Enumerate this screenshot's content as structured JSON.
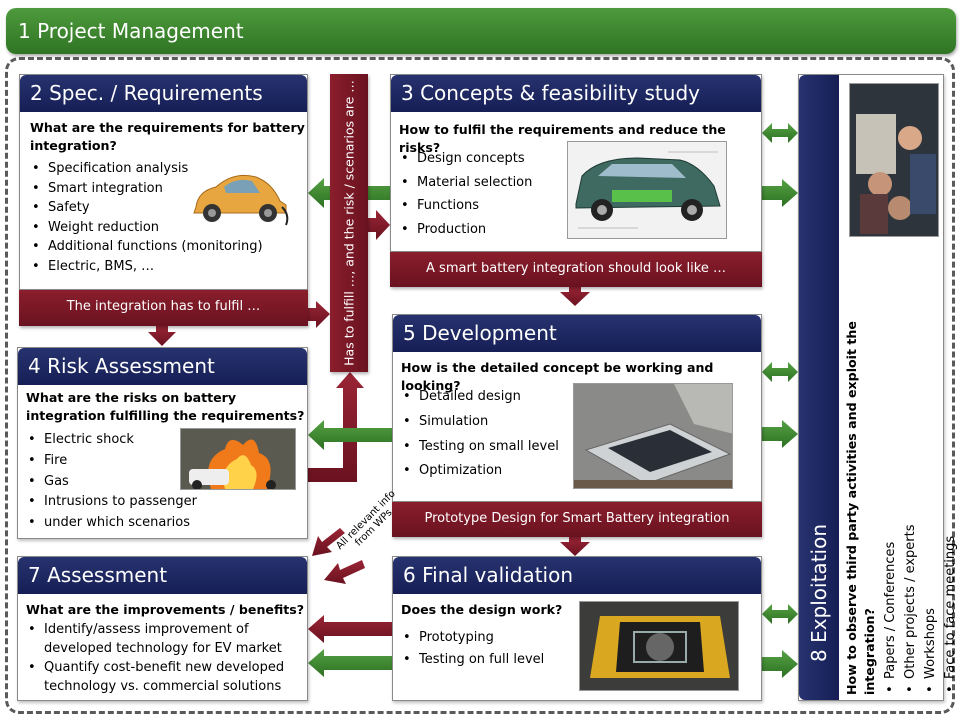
{
  "project_management": {
    "title": "1 Project Management"
  },
  "spec": {
    "title": "2 Spec. / Requirements",
    "question": "What are the requirements for battery integration?",
    "items": [
      "Specification analysis",
      "Smart integration",
      "Safety",
      "Weight reduction",
      "Additional functions (monitoring)",
      "Electric, BMS, …"
    ],
    "bar": "The integration has to fulfil …"
  },
  "vertical_bar": {
    "text": "Has to fulfill …, and the risk / scenarios are …"
  },
  "concepts": {
    "title": "3 Concepts & feasibility study",
    "question": "How to fulfil the requirements and reduce the risks?",
    "items": [
      "Design concepts",
      "Material selection",
      "Functions",
      "Production"
    ],
    "bar": "A smart battery integration should look like …"
  },
  "risk": {
    "title": "4 Risk Assessment",
    "question": "What are the risks on battery integration fulfilling the requirements?",
    "items": [
      "Electric shock",
      "Fire",
      "Gas",
      "Intrusions to passenger",
      "under which scenarios"
    ]
  },
  "development": {
    "title": "5 Development",
    "question": "How is the detailed concept be working and looking?",
    "items": [
      "Detailed design",
      "Simulation",
      "Testing on small level",
      "Optimization"
    ],
    "bar": "Prototype  Design for Smart Battery integration"
  },
  "all_relevant": {
    "text": "All relevant info from WPs"
  },
  "assessment": {
    "title": "7 Assessment",
    "question": "What are the improvements / benefits?",
    "items": [
      "Identify/assess improvement of developed technology for EV market",
      "Quantify cost-benefit new developed technology  vs. commercial solutions"
    ]
  },
  "validation": {
    "title": "6 Final validation",
    "question": "Does the design work?",
    "items": [
      "Prototyping",
      "Testing on full level"
    ]
  },
  "exploitation": {
    "title": "8 Exploitation",
    "question": "How to observe third party activities and exploit the integration?",
    "items": [
      "Papers / Conferences",
      "Other projects / experts",
      "Workshops",
      "Face to face meetings"
    ]
  },
  "colors": {
    "green": "#3a8a2e",
    "navy": "#1e2862",
    "maroon": "#7a1826"
  }
}
